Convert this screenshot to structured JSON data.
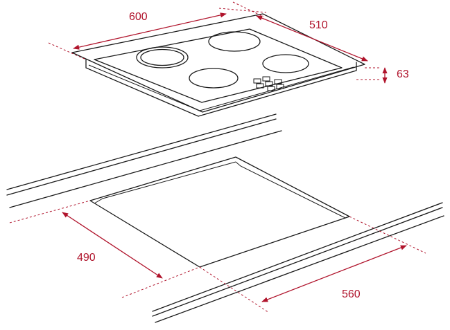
{
  "dimensions": {
    "hob_width": "600",
    "hob_depth": "510",
    "hob_height": "63",
    "cutout_depth": "490",
    "cutout_width": "560"
  },
  "colors": {
    "dimension_line": "#b0142c",
    "outline": "#1a1a1a",
    "background": "#ffffff"
  }
}
